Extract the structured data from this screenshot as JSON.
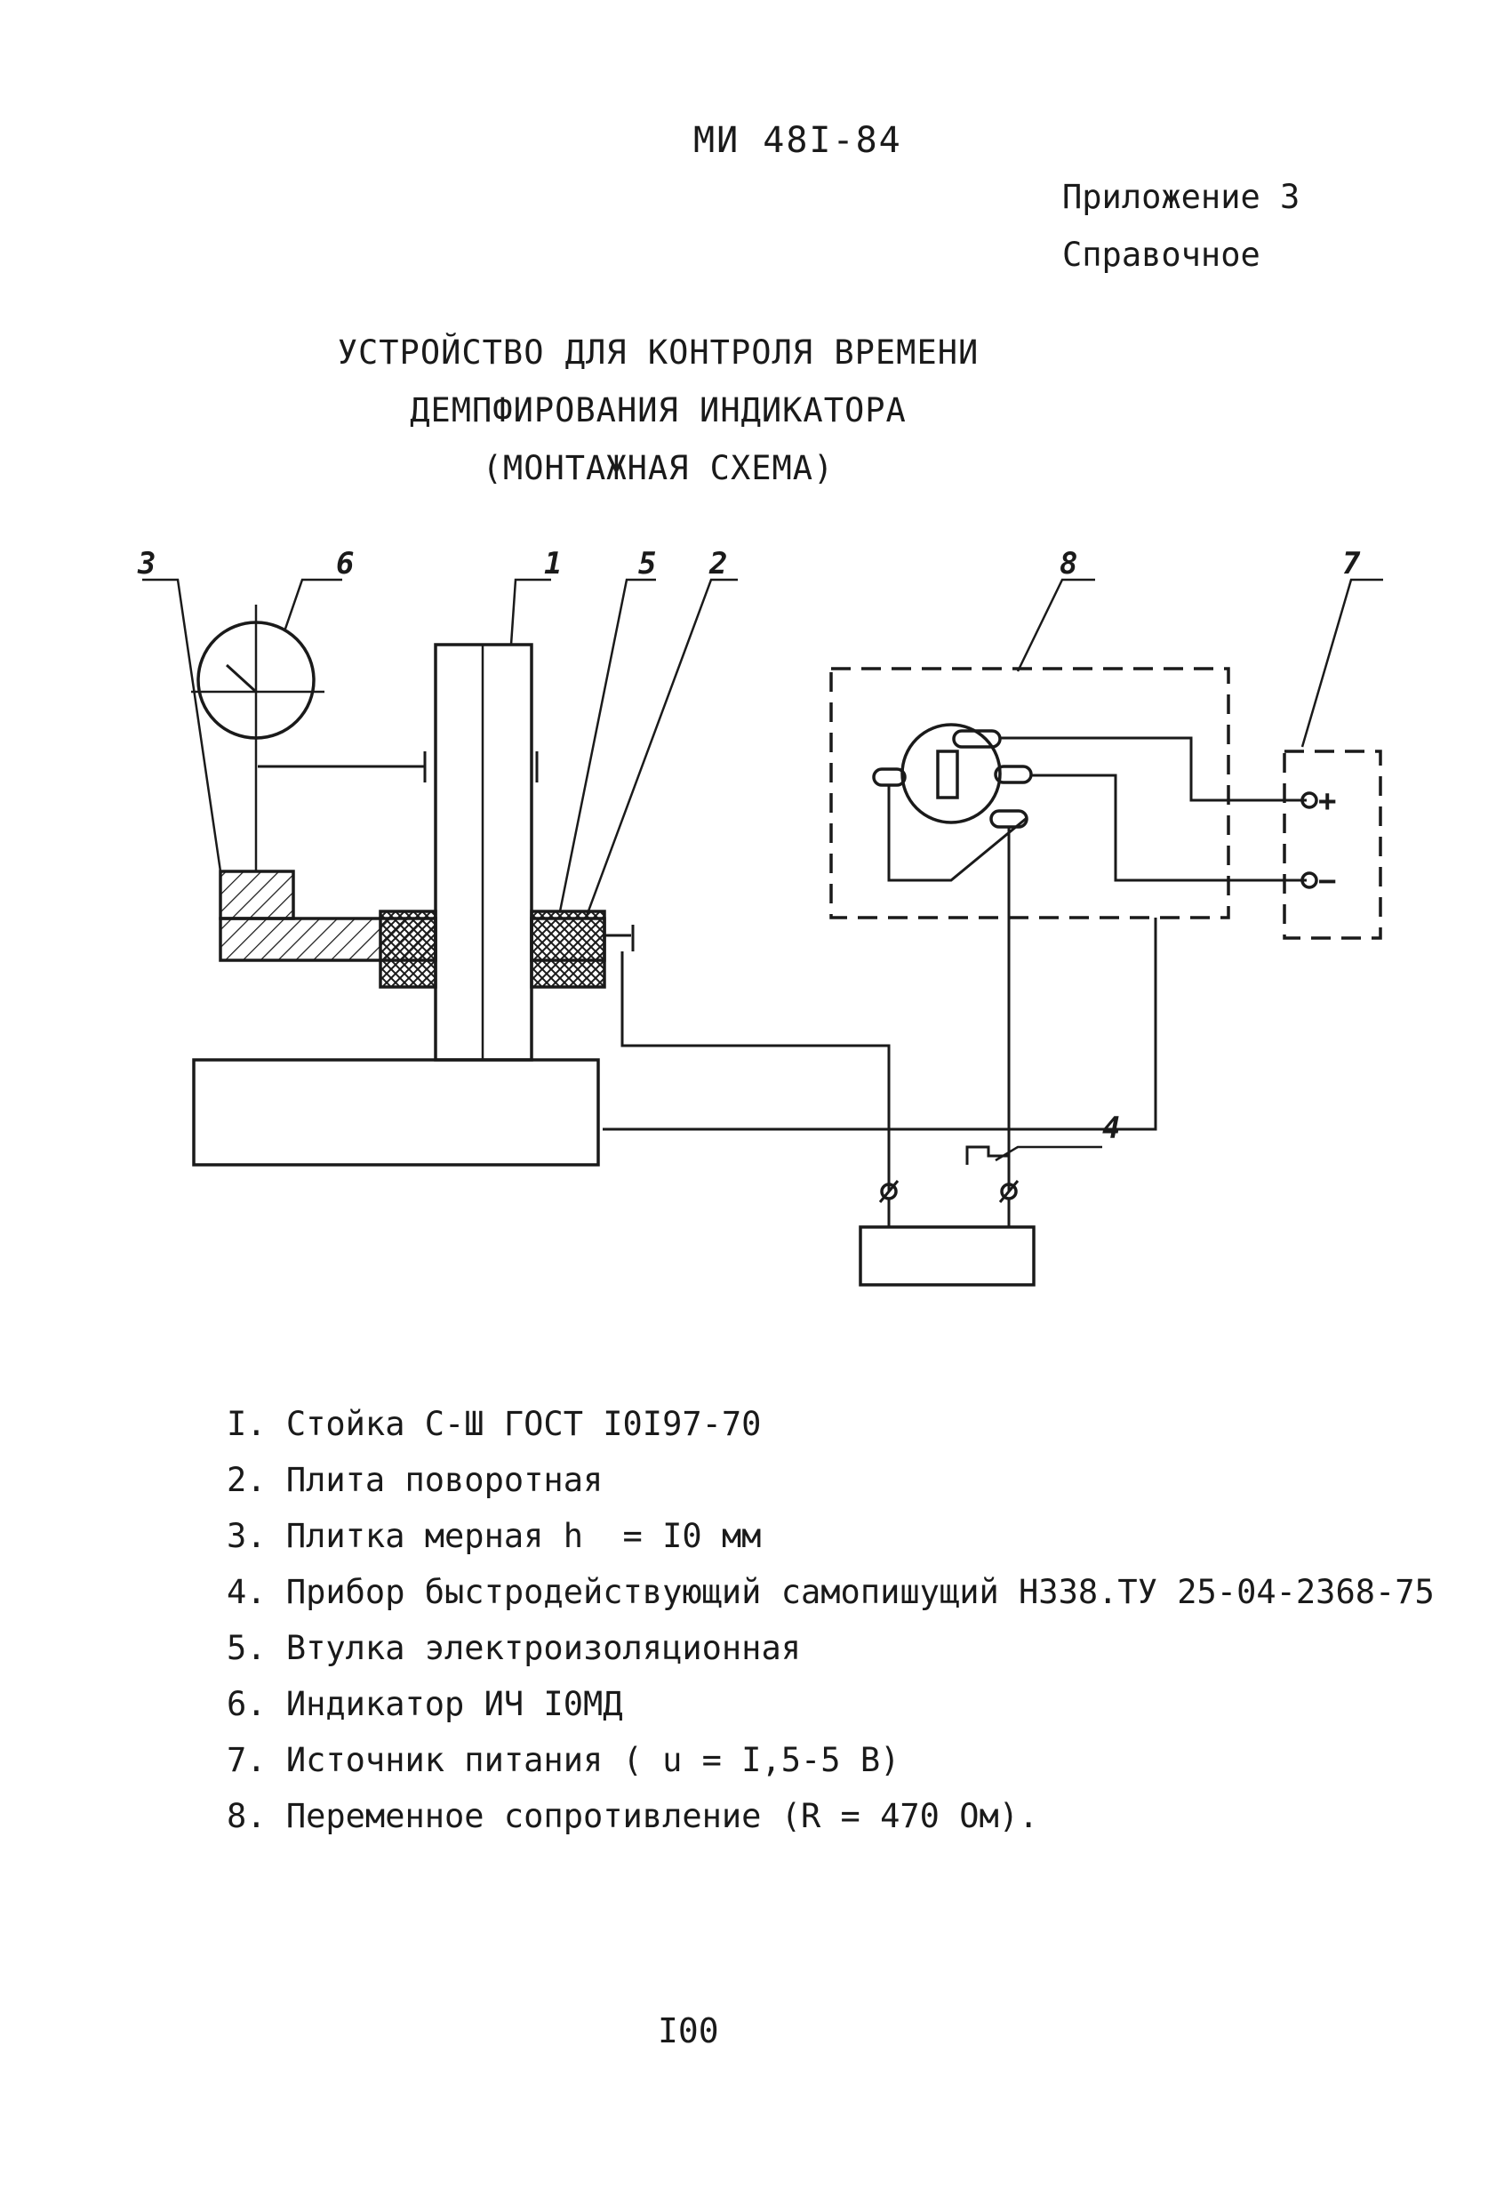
{
  "header": {
    "doc_number": "МИ 48I-84",
    "appendix": "Приложение 3",
    "reference": "Справочное"
  },
  "title": {
    "line1": "УСТРОЙСТВО ДЛЯ КОНТРОЛЯ ВРЕМЕНИ",
    "line2": "ДЕМПФИРОВАНИЯ ИНДИКАТОРА",
    "line3": "(МОНТАЖНАЯ СХЕМА)"
  },
  "diagram": {
    "labels": {
      "stand": "1",
      "plate": "2",
      "gauge_block": "3",
      "recorder": "4",
      "bushing": "5",
      "indicator": "6",
      "power_source": "7",
      "resistor": "8",
      "plus": "+",
      "minus": "−"
    }
  },
  "legend": {
    "items": [
      "I. Стойка С-Ш ГОСТ I0I97-70",
      "2. Плита поворотная",
      "3. Плитка мерная h  = I0 мм",
      "4. Прибор быстродействующий самопишущий Н338.ТУ 25-04-2368-75",
      "5. Втулка электроизоляционная",
      "6. Индикатор ИЧ I0МД",
      "7. Источник питания ( u = I,5-5 В)",
      "8. Переменное сопротивление (R = 470 Ом)."
    ]
  },
  "footer": {
    "page_number": "I00"
  }
}
